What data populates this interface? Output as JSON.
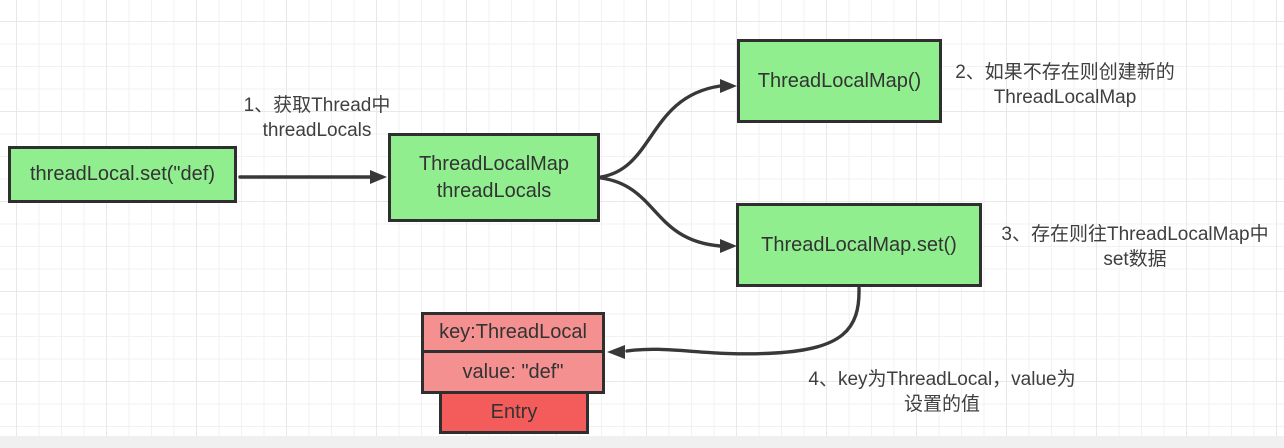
{
  "diagram": {
    "nodes": {
      "set_call": {
        "label": "threadLocal.set(\"def)"
      },
      "thread_locals": {
        "line1": "ThreadLocalMap",
        "line2": "threadLocals"
      },
      "map_ctor": {
        "label": "ThreadLocalMap()"
      },
      "map_set": {
        "label": "ThreadLocalMap.set()"
      },
      "entry_key": {
        "label": "key:ThreadLocal"
      },
      "entry_value": {
        "label": "value: \"def\""
      },
      "entry": {
        "label": "Entry"
      }
    },
    "annotations": {
      "step1": {
        "line1": "1、获取Thread中",
        "line2": "threadLocals"
      },
      "step2": {
        "line1": "2、如果不存在则创建新的",
        "line2": "ThreadLocalMap"
      },
      "step3": {
        "line1": "3、存在则往ThreadLocalMap中",
        "line2": "set数据"
      },
      "step4": {
        "line1": "4、key为ThreadLocal，value为",
        "line2": "设置的值"
      }
    },
    "colors": {
      "node_green": "#90EE8F",
      "node_pink": "#F59090",
      "node_red": "#F45B5B",
      "border": "#2F2F2F",
      "arrow": "#383838",
      "node_text": "#333333",
      "annotation_text": "#3F3F3F",
      "canvas_bg": "#FFFFFF",
      "grid_minor": "#F2F2F2",
      "grid_major": "#E8E8E8",
      "bottom_bar": "#F0F0F0"
    }
  }
}
